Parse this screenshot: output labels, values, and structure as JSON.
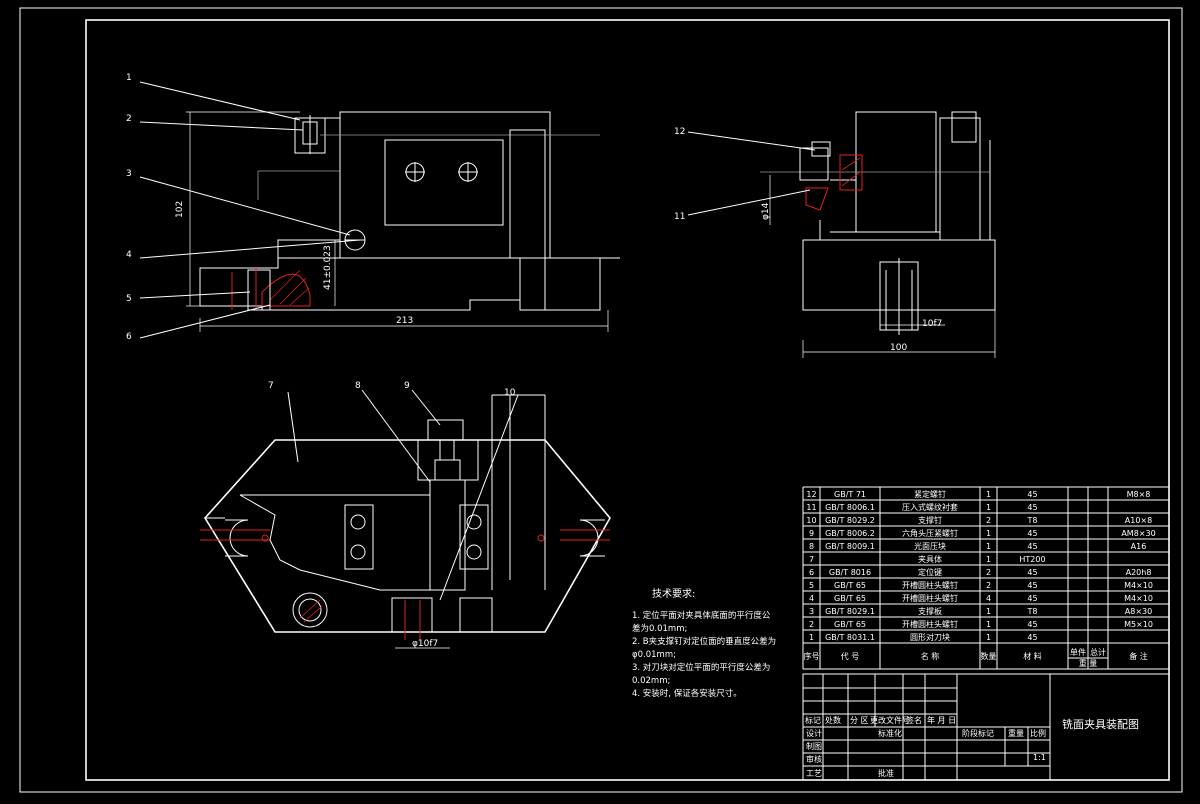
{
  "drawing": {
    "title": "铣面夹具装配图",
    "scale": "1:1"
  },
  "balloons": [
    "1",
    "2",
    "3",
    "4",
    "5",
    "6",
    "7",
    "8",
    "9",
    "10",
    "11",
    "12"
  ],
  "dimensions": {
    "height_102": "102",
    "length_213": "213",
    "fit_41": "41±0.023",
    "width_100": "100",
    "width_10": "10f7",
    "dia_14": "φ14",
    "dia_10": "φ10f7"
  },
  "tech_requirements": {
    "heading": "技术要求:",
    "lines": [
      "1. 定位平面对夹具体底面的平行度公",
      "差为0.01mm;",
      "2. B夹支撑钉对定位面的垂直度公差为",
      "φ0.01mm;",
      "3. 对刀块对定位平面的平行度公差为",
      "0.02mm;",
      "4. 安装时, 保证各安装尺寸。"
    ]
  },
  "bom": {
    "rows": [
      {
        "no": "12",
        "code": "GB/T 71",
        "name": "紧定螺钉",
        "qty": "1",
        "material": "45",
        "note": "M8×8"
      },
      {
        "no": "11",
        "code": "GB/T 8006.1",
        "name": "压入式螺纹衬套",
        "qty": "1",
        "material": "45",
        "note": ""
      },
      {
        "no": "10",
        "code": "GB/T 8029.2",
        "name": "支撑钉",
        "qty": "2",
        "material": "T8",
        "note": "A10×8"
      },
      {
        "no": "9",
        "code": "GB/T 8006.2",
        "name": "六角头压紧螺钉",
        "qty": "1",
        "material": "45",
        "note": "AM8×30"
      },
      {
        "no": "8",
        "code": "GB/T 8009.1",
        "name": "光面压块",
        "qty": "1",
        "material": "45",
        "note": "A16"
      },
      {
        "no": "7",
        "code": "",
        "name": "夹具体",
        "qty": "1",
        "material": "HT200",
        "note": ""
      },
      {
        "no": "6",
        "code": "GB/T 8016",
        "name": "定位键",
        "qty": "2",
        "material": "45",
        "note": "A20h8"
      },
      {
        "no": "5",
        "code": "GB/T 65",
        "name": "开槽圆柱头螺钉",
        "qty": "2",
        "material": "45",
        "note": "M4×10"
      },
      {
        "no": "4",
        "code": "GB/T 65",
        "name": "开槽圆柱头螺钉",
        "qty": "4",
        "material": "45",
        "note": "M4×10"
      },
      {
        "no": "3",
        "code": "GB/T 8029.1",
        "name": "支撑板",
        "qty": "1",
        "material": "T8",
        "note": "A8×30"
      },
      {
        "no": "2",
        "code": "GB/T 65",
        "name": "开槽圆柱头螺钉",
        "qty": "1",
        "material": "45",
        "note": "M5×10"
      },
      {
        "no": "1",
        "code": "GB/T 8031.1",
        "name": "圆形对刀块",
        "qty": "1",
        "material": "45",
        "note": ""
      }
    ],
    "header": {
      "no": "序号",
      "code": "代 号",
      "name": "名 称",
      "qty": "数量",
      "material": "材 料",
      "unit": "单件",
      "total": "总计",
      "weight": "重 量",
      "note": "备 注"
    }
  },
  "title_block": {
    "revision_row": [
      "标记",
      "处数",
      "分 区",
      "更改文件号",
      "签名",
      "年 月 日"
    ],
    "roles": [
      "设计",
      "制图",
      "审核",
      "工艺"
    ],
    "std": "标准化",
    "approve": "批准",
    "stage": "阶段标记",
    "weight": "重量",
    "ratio": "比例"
  }
}
